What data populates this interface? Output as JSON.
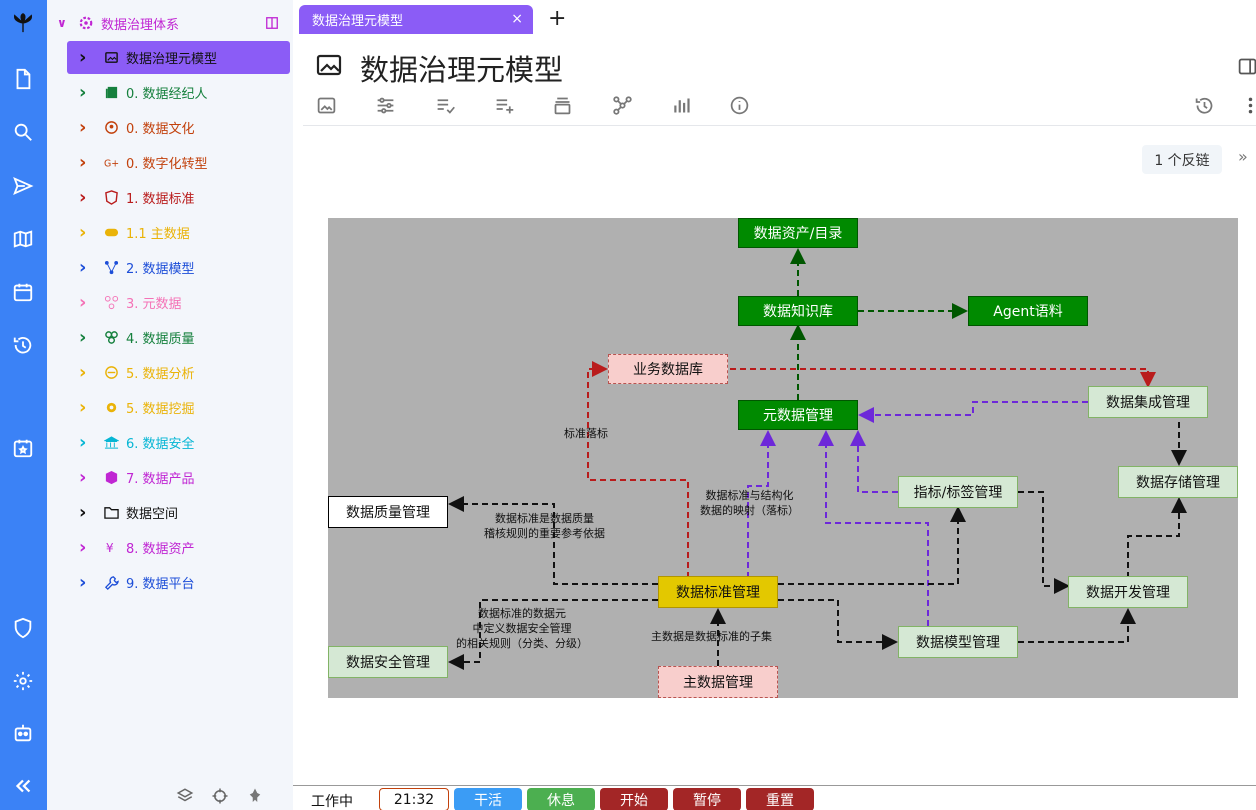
{
  "sidebar": {
    "root_label": "数据治理体系",
    "items": [
      {
        "label": "数据治理元模型",
        "color": "#111111",
        "icon": "image-icon"
      },
      {
        "label": "0. 数据经纪人",
        "color": "#15803d",
        "icon": "contact-book-icon"
      },
      {
        "label": "0. 数据文化",
        "color": "#c2410c",
        "icon": "user-circle-icon"
      },
      {
        "label": "0. 数字化转型",
        "color": "#c2410c",
        "icon": "google-plus-icon"
      },
      {
        "label": "1. 数据标准",
        "color": "#b91c1c",
        "icon": "angular-icon"
      },
      {
        "label": "1.1 主数据",
        "color": "#eab308",
        "icon": "toggle-icon"
      },
      {
        "label": "2. 数据模型",
        "color": "#1d4ed8",
        "icon": "graph-icon"
      },
      {
        "label": "3. 元数据",
        "color": "#f472b6",
        "icon": "nodes-icon"
      },
      {
        "label": "4. 数据质量",
        "color": "#15803d",
        "icon": "circles-icon"
      },
      {
        "label": "5. 数据分析",
        "color": "#eab308",
        "icon": "analytics-icon"
      },
      {
        "label": "5. 数据挖掘",
        "color": "#eab308",
        "icon": "gear-icon"
      },
      {
        "label": "6. 数据安全",
        "color": "#06b6d4",
        "icon": "bank-icon"
      },
      {
        "label": "7. 数据产品",
        "color": "#c026d3",
        "icon": "product-icon"
      },
      {
        "label": "数据空间",
        "color": "#111111",
        "icon": "folder-icon"
      },
      {
        "label": "8. 数据资产",
        "color": "#c026d3",
        "icon": "yen-icon"
      },
      {
        "label": "9. 数据平台",
        "color": "#1d4ed8",
        "icon": "wrench-icon"
      }
    ]
  },
  "tab": {
    "label": "数据治理元模型",
    "close": "×",
    "add": "+"
  },
  "page": {
    "title": "数据治理元模型",
    "backlinks": "1 个反链"
  },
  "diagram": {
    "nodes": {
      "asset_catalog": "数据资产/目录",
      "knowledge_base": "数据知识库",
      "agent_corpus": "Agent语料",
      "business_db": "业务数据库",
      "metadata_mgmt": "元数据管理",
      "integration_mgmt": "数据集成管理",
      "storage_mgmt": "数据存储管理",
      "quality_mgmt": "数据质量管理",
      "indicator_mgmt": "指标/标签管理",
      "standard_mgmt": "数据标准管理",
      "dev_mgmt": "数据开发管理",
      "model_mgmt": "数据模型管理",
      "security_mgmt": "数据安全管理",
      "master_mgmt": "主数据管理"
    },
    "labels": {
      "standard_landing": "标准落标",
      "mapping": "数据标准与结构化\n数据的映射（落标）",
      "quality_basis": "数据标准是数据质量\n稽核规则的重要参考依据",
      "security_rules": "数据标准的数据元\n中定义数据安全管理\n的相关规则（分类、分级）",
      "master_subset": "主数据是数据标准的子集"
    }
  },
  "statusbar": {
    "status": "工作中",
    "timer": "21:32",
    "buttons": [
      "干活",
      "休息",
      "开始",
      "暂停",
      "重置"
    ]
  },
  "colors": {
    "accent": "#8b5cf6",
    "activity_bar": "#3b82f6",
    "btn_work": "#3b9cf5",
    "btn_rest": "#4caf50",
    "btn_red": "#a32626"
  }
}
